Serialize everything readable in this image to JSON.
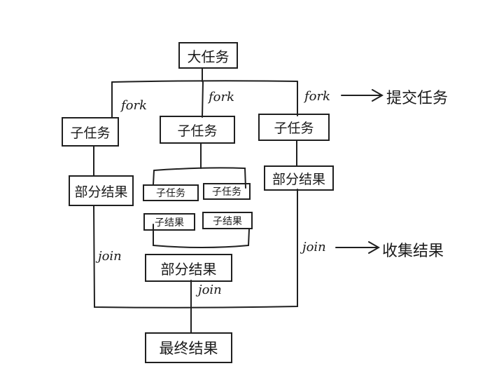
{
  "diagram": {
    "root_task": "大任务",
    "fork_labels": [
      "fork",
      "fork",
      "fork"
    ],
    "subtasks": [
      "子任务",
      "子任务",
      "子任务"
    ],
    "partial_results": [
      "部分结果",
      "部分结果"
    ],
    "nested_subtasks": [
      "子任务",
      "子任务"
    ],
    "nested_subresults": [
      "子结果",
      "子结果"
    ],
    "nested_partial_result": "部分结果",
    "join_labels": [
      "join",
      "join",
      "join"
    ],
    "final_result": "最终结果",
    "annotation_submit": "提交任务",
    "annotation_collect": "收集结果"
  }
}
